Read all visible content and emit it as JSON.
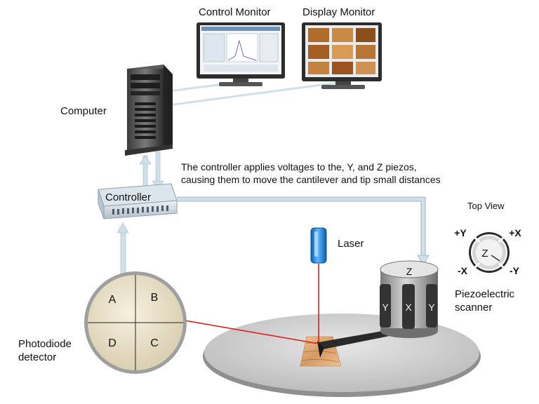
{
  "labels": {
    "control_monitor": "Control Monitor",
    "display_monitor": "Display Monitor",
    "computer": "Computer",
    "controller": "Controller",
    "controller_caption_line1": "The controller applies voltages to the, Y, and Z piezos,",
    "controller_caption_line2": "causing them to move the cantilever and tip small distances",
    "laser": "Laser",
    "top_view": "Top View",
    "piezo_line1": "Piezoelectric",
    "piezo_line2": "scanner",
    "photodiode_line1": "Photodiode",
    "photodiode_line2": "detector"
  },
  "photodiode_quadrants": {
    "a": "A",
    "b": "B",
    "c": "C",
    "d": "D"
  },
  "scanner": {
    "top_face": "Z",
    "left_bar": "Y",
    "middle_bar": "X",
    "right_bar": "Y"
  },
  "top_view_dial": {
    "plus_y": "+Y",
    "plus_x": "+X",
    "minus_x": "-X",
    "minus_y": "-Y",
    "center": "Z"
  },
  "colors": {
    "laser_beam": "#e02020",
    "laser_body": "#1f8fe6",
    "cable": "#cfe0ea",
    "sample_disk": "#d9d9d9",
    "photodiode_fill": "#efe6cc"
  }
}
